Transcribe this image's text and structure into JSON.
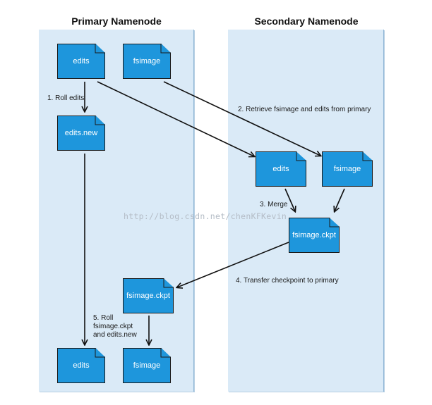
{
  "headings": {
    "primary": "Primary Namenode",
    "secondary": "Secondary Namenode"
  },
  "files": {
    "primary_edits": "edits",
    "primary_fsimage": "fsimage",
    "edits_new": "edits.new",
    "secondary_edits": "edits",
    "secondary_fsimage": "fsimage",
    "secondary_ckpt": "fsimage.ckpt",
    "primary_ckpt": "fsimage.ckpt",
    "final_edits": "edits",
    "final_fsimage": "fsimage"
  },
  "steps": {
    "step1": "1. Roll edits",
    "step2": "2. Retrieve fsimage and edits from primary",
    "step3": "3. Merge",
    "step4": "4. Transfer checkpoint to primary",
    "step5_line1": "5. Roll",
    "step5_line2": "fsimage.ckpt",
    "step5_line3": "and edits.new"
  },
  "watermark": "http://blog.csdn.net/chenKFKevin",
  "colors": {
    "panel": "#daeaf7",
    "file": "#1e96dc",
    "file_text": "#ffffff",
    "arrow": "#111111"
  }
}
